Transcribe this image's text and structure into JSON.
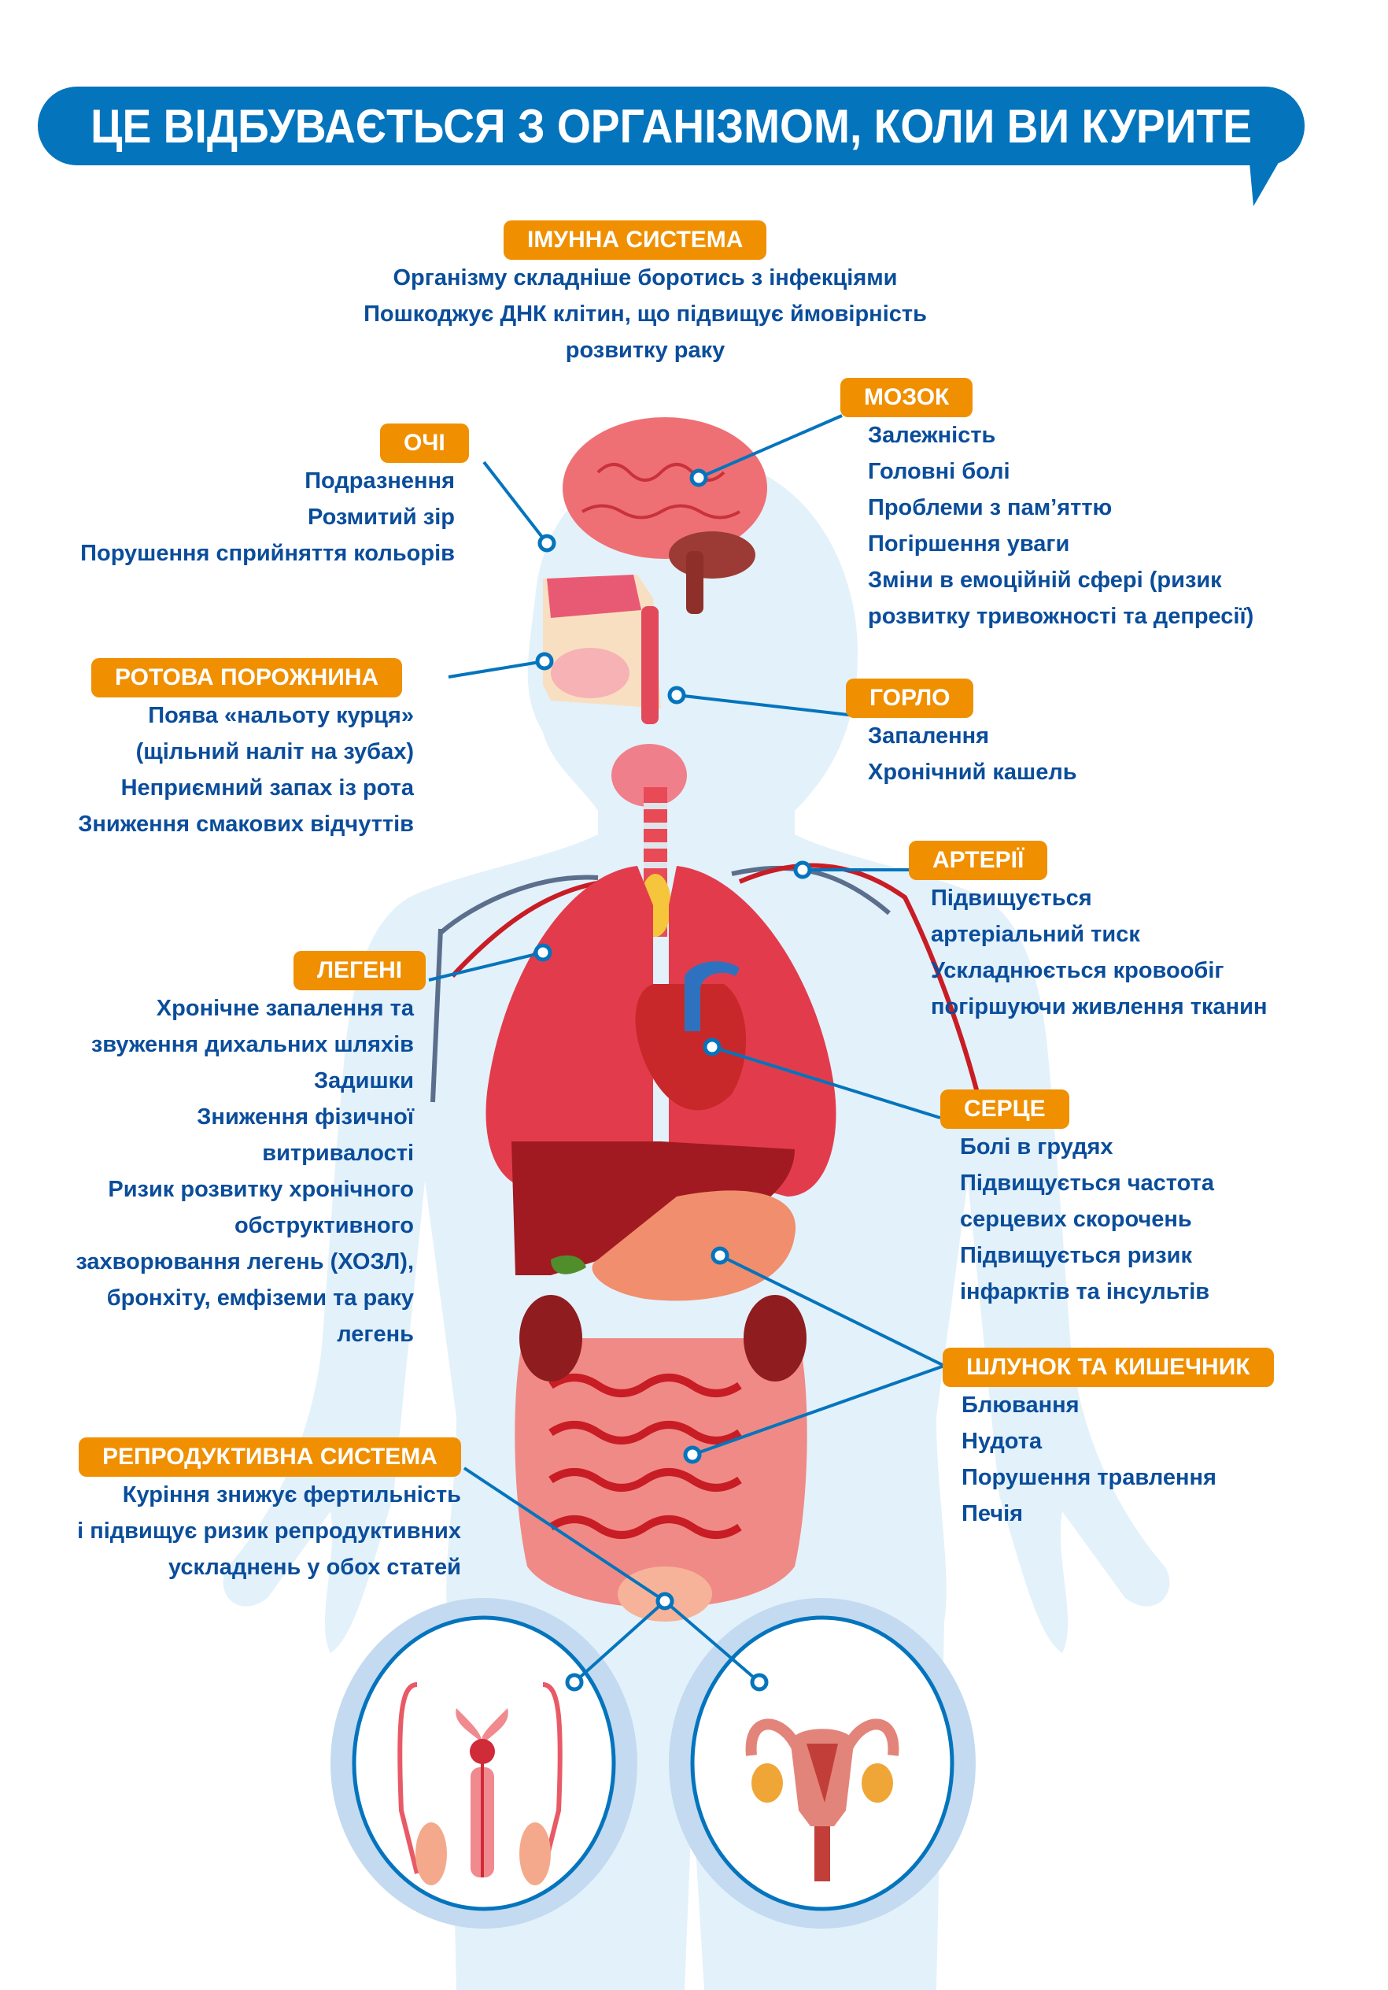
{
  "title": "ЦЕ ВІДБУВАЄТЬСЯ З ОРГАНІЗМОМ, КОЛИ ВИ КУРИТЕ",
  "colors": {
    "title_bg": "#0474bd",
    "badge_bg": "#f08f00",
    "text": "#0a4d9b",
    "connector": "#0474bd",
    "body_silhouette": "#e3f1fa"
  },
  "sections": {
    "immune": {
      "label": "ІМУННА СИСТЕМА",
      "lines": [
        "Організму складніше боротись з інфекціями",
        "Пошкоджує ДНК клітин, що підвищує ймовірність",
        "розвитку раку"
      ]
    },
    "eyes": {
      "label": "ОЧІ",
      "lines": [
        "Подразнення",
        "Розмитий зір",
        "Порушення сприйняття кольорів"
      ]
    },
    "brain": {
      "label": "МОЗОК",
      "lines": [
        "Залежність",
        "Головні болі",
        "Проблеми з пам’яттю",
        "Погіршення уваги",
        "Зміни в емоційній сфері (ризик",
        "розвитку тривожності та депресії)"
      ]
    },
    "mouth": {
      "label": "РОТОВА ПОРОЖНИНА",
      "lines": [
        "Поява «нальоту курця»",
        "(щільний наліт на зубах)",
        "Неприємний запах із рота",
        "Зниження смакових відчуттів"
      ]
    },
    "throat": {
      "label": "ГОРЛО",
      "lines": [
        "Запалення",
        "Хронічний кашель"
      ]
    },
    "arteries": {
      "label": "АРТЕРІЇ",
      "lines": [
        "Підвищується",
        "артеріальний тиск",
        "Ускладнюється кровообіг",
        "погіршуючи живлення тканин"
      ]
    },
    "lungs": {
      "label": "ЛЕГЕНІ",
      "lines": [
        "Хронічне запалення та",
        "звуження дихальних шляхів",
        "Задишки",
        "Зниження фізичної",
        "витривалості",
        "Ризик розвитку хронічного",
        "обструктивного",
        "захворювання легень (ХОЗЛ),",
        "бронхіту, емфіземи та раку",
        "легень"
      ]
    },
    "heart": {
      "label": "СЕРЦЕ",
      "lines": [
        "Болі в грудях",
        "Підвищується частота",
        "серцевих скорочень",
        "Підвищується ризик",
        "інфарктів та інсультів"
      ]
    },
    "stomach": {
      "label": "ШЛУНОК ТА КИШЕЧНИК",
      "lines": [
        "Блювання",
        "Нудота",
        "Порушення травлення",
        "Печія"
      ]
    },
    "reproductive": {
      "label": "РЕПРОДУКТИВНА СИСТЕМА",
      "lines": [
        "Куріння знижує фертильність",
        "і підвищує ризик репродуктивних",
        "ускладнень у обох статей"
      ]
    }
  },
  "illustration": {
    "organs": [
      "brain",
      "head-cross-section",
      "thyroid",
      "trachea",
      "lungs",
      "heart",
      "liver",
      "stomach",
      "kidneys",
      "intestines",
      "bladder",
      "male-reproductive",
      "female-reproductive"
    ]
  }
}
